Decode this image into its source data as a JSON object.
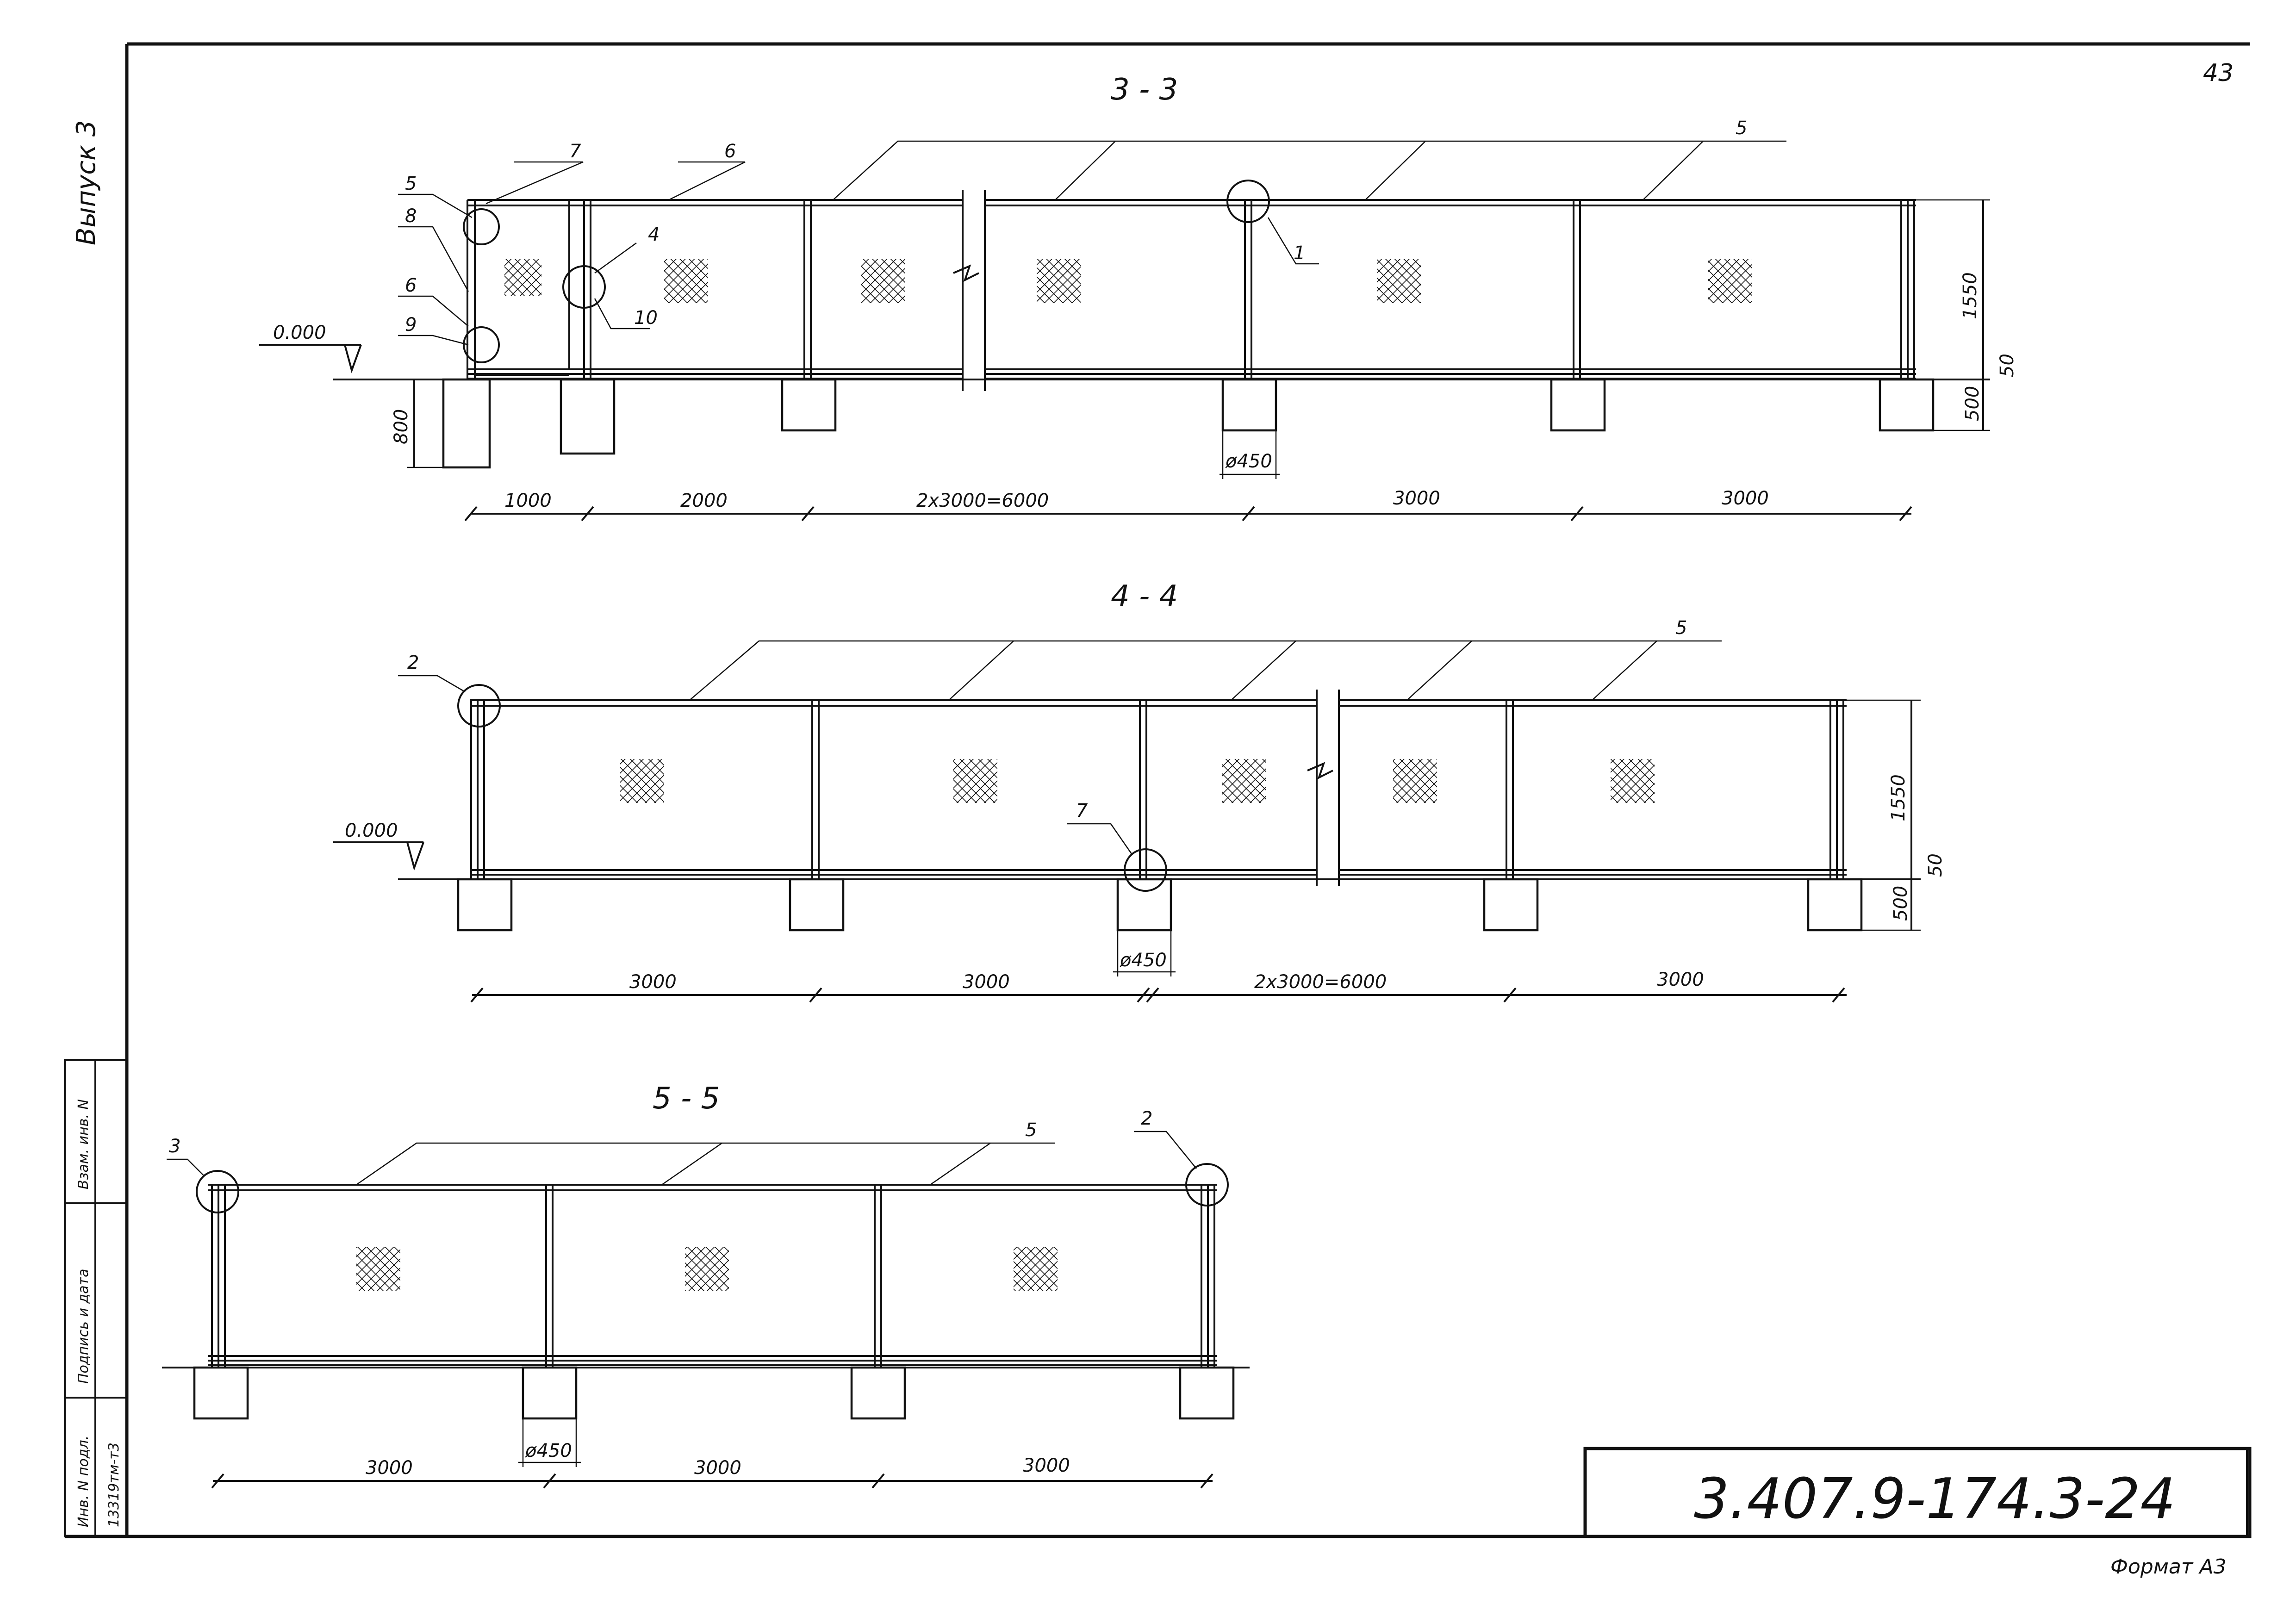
{
  "page": {
    "number": "43",
    "format_label": "Формат А3"
  },
  "side_label": "Выпуск 3",
  "stamp": {
    "vzam_inv": "Взам. инв. N",
    "podpis_data": "Подпись и дата",
    "inv_podl": "Инв. N подл.",
    "inv_number": "13319тм-т3"
  },
  "drawing_code": "3.407.9-174.3-24",
  "sections": [
    {
      "title": "3 - 3",
      "level_mark": "0.000",
      "dims": [
        "1000",
        "2000",
        "2x3000=6000",
        "3000",
        "3000"
      ],
      "vertical_dims": [
        "1550",
        "50",
        "500",
        "800"
      ],
      "diameter": "ø450",
      "callouts": [
        "5",
        "7",
        "6",
        "8",
        "6",
        "9",
        "4",
        "10",
        "1"
      ]
    },
    {
      "title": "4 - 4",
      "level_mark": "0.000",
      "dims": [
        "3000",
        "3000",
        "2x3000=6000",
        "3000"
      ],
      "vertical_dims": [
        "1550",
        "50",
        "500"
      ],
      "diameter": "ø450",
      "callouts": [
        "2",
        "5",
        "7"
      ]
    },
    {
      "title": "5 - 5",
      "dims": [
        "3000",
        "3000",
        "3000"
      ],
      "diameter": "ø450",
      "callouts": [
        "3",
        "5",
        "2"
      ]
    }
  ]
}
